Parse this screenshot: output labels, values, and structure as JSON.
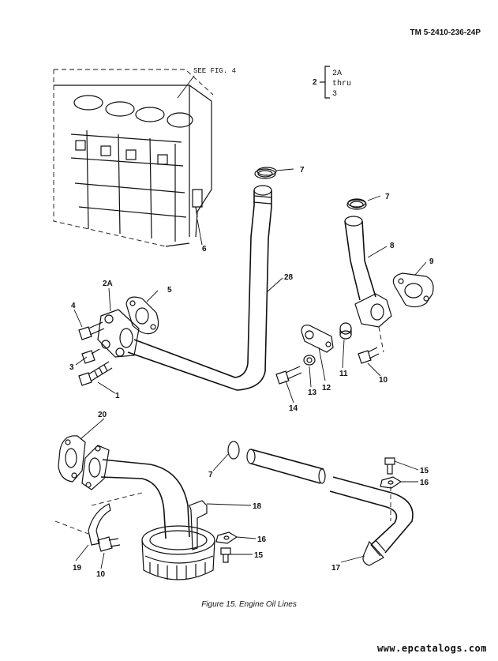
{
  "header": {
    "tm_number": "TM 5-2410-236-24P"
  },
  "reference": {
    "see_fig": "SEE FIG. 4"
  },
  "bracket_box": {
    "callout": "2",
    "lines": [
      "2A",
      "thru",
      "3"
    ]
  },
  "callouts": {
    "c1": "1",
    "c2a": "2A",
    "c3": "3",
    "c4": "4",
    "c5": "5",
    "c6": "6",
    "c7a": "7",
    "c7b": "7",
    "c7c": "7",
    "c8": "8",
    "c9": "9",
    "c10a": "10",
    "c10b": "10",
    "c11": "11",
    "c12": "12",
    "c13": "13",
    "c14": "14",
    "c15a": "15",
    "c15b": "15",
    "c16a": "16",
    "c16b": "16",
    "c17": "17",
    "c18": "18",
    "c19": "19",
    "c20": "20",
    "c28": "28"
  },
  "caption": "Figure 15.  Engine Oil Lines",
  "watermark": "www.epcatalogs.com"
}
